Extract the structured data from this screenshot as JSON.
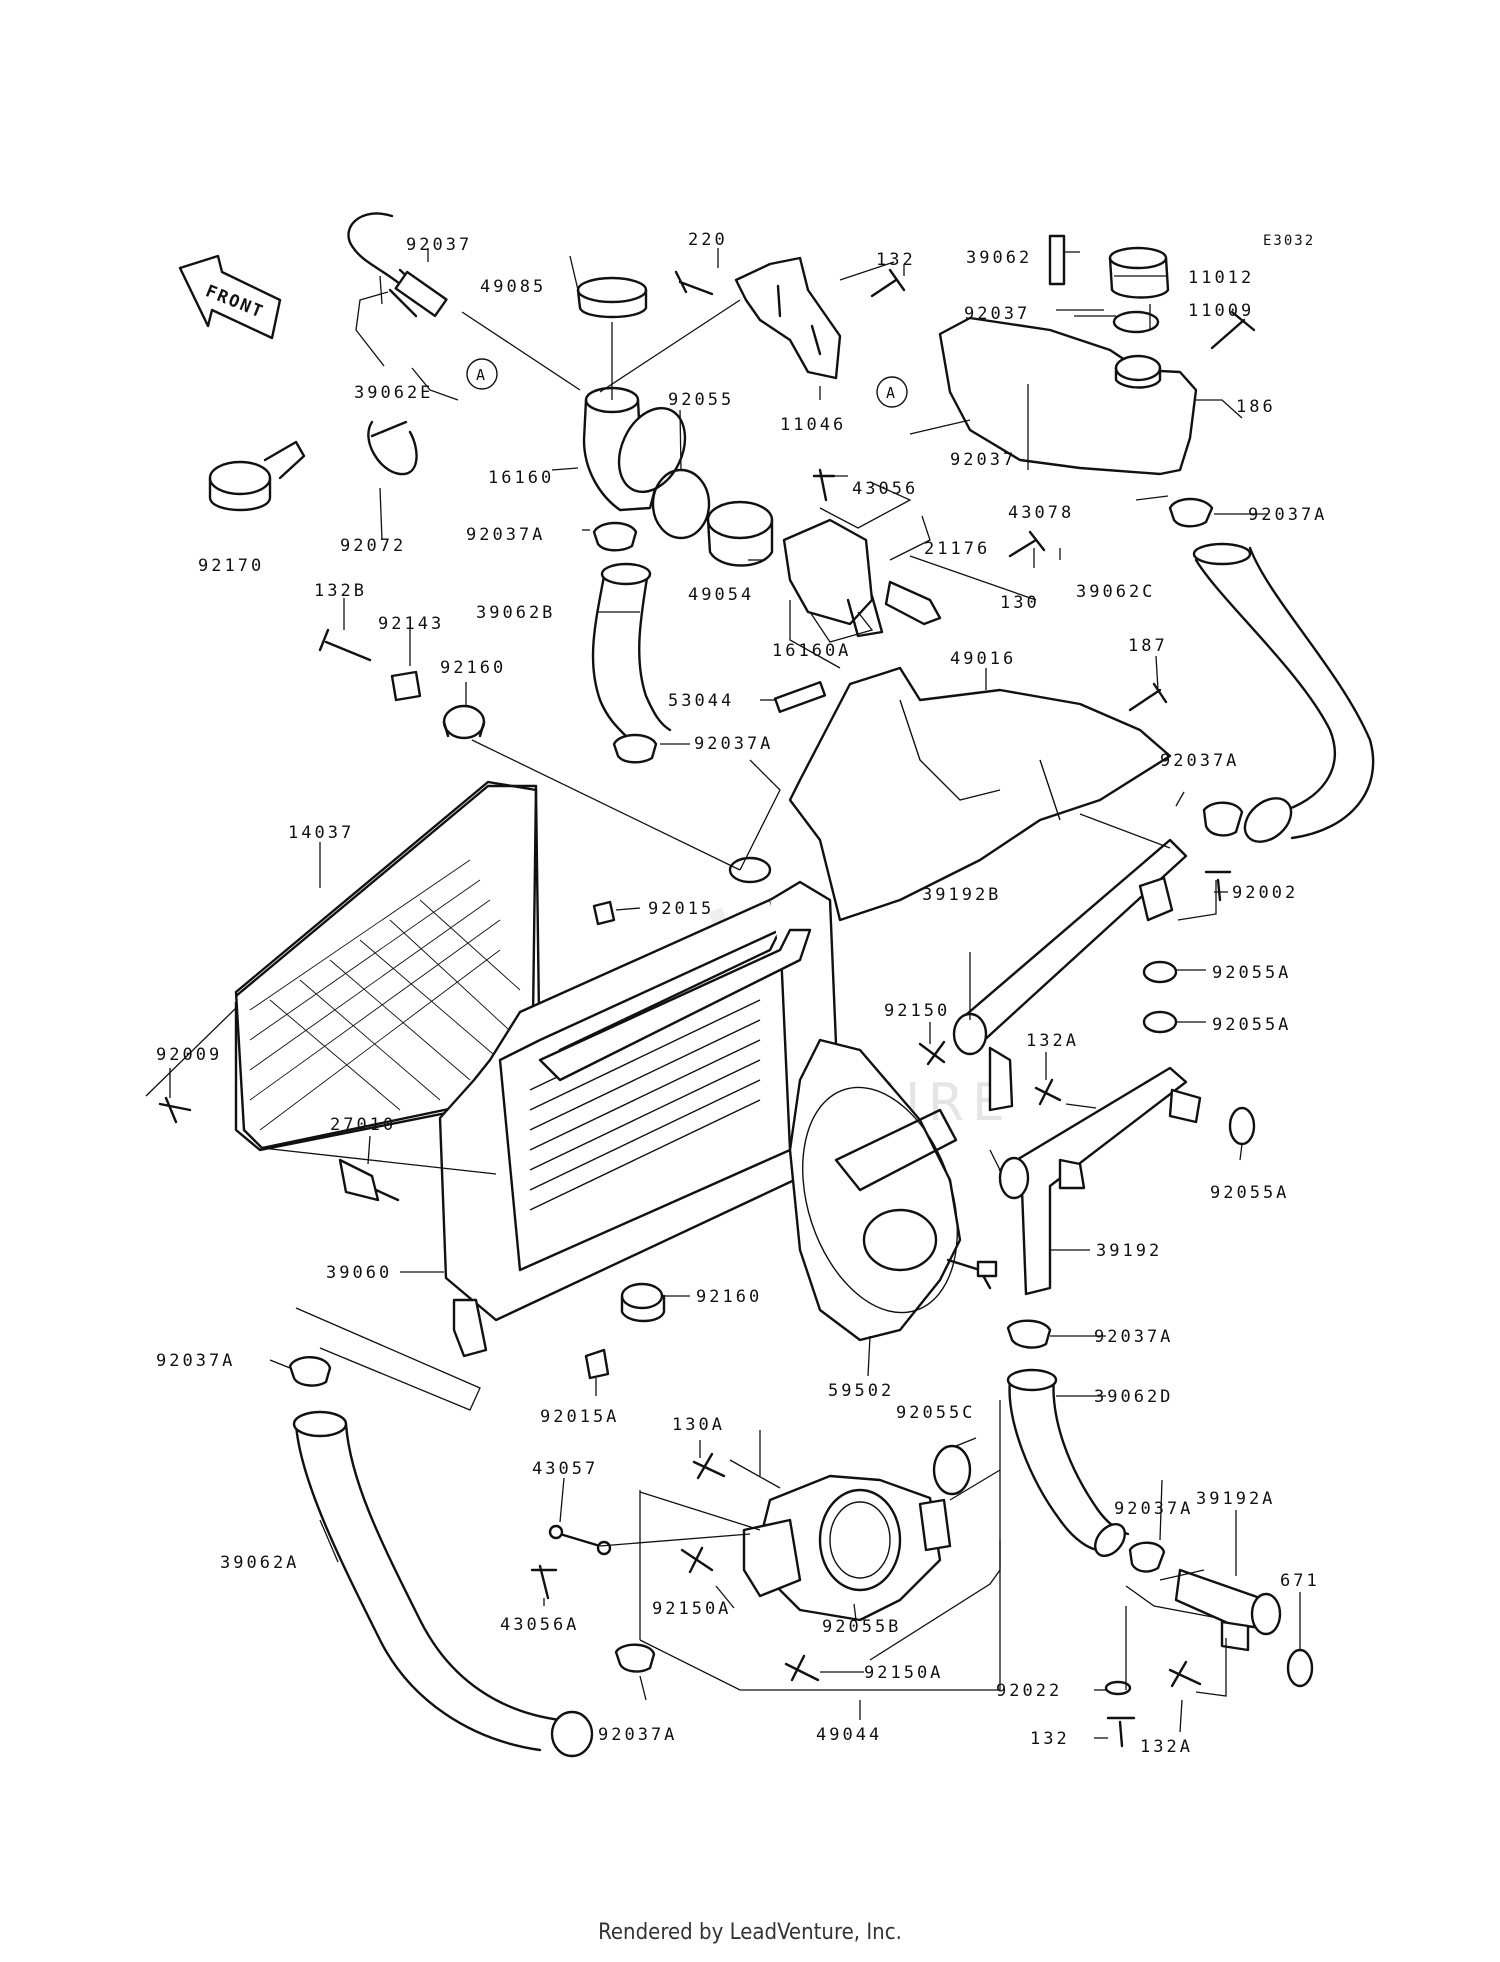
{
  "diagram": {
    "code": "E3032",
    "front_label": "FRONT",
    "ref_marker": "A",
    "watermark": "ADVENTURE",
    "footer": "Rendered by LeadVenture, Inc."
  },
  "parts": [
    {
      "id": "p92037_top",
      "label": "92037"
    },
    {
      "id": "p220",
      "label": "220"
    },
    {
      "id": "p132_top",
      "label": "132"
    },
    {
      "id": "p39062_top",
      "label": "39062"
    },
    {
      "id": "p11012",
      "label": "11012"
    },
    {
      "id": "p49085",
      "label": "49085"
    },
    {
      "id": "p92037_tank",
      "label": "92037"
    },
    {
      "id": "p11009",
      "label": "11009"
    },
    {
      "id": "p39062E",
      "label": "39062E"
    },
    {
      "id": "p92055",
      "label": "92055"
    },
    {
      "id": "p11046",
      "label": "11046"
    },
    {
      "id": "p186",
      "label": "186"
    },
    {
      "id": "p92037_A",
      "label": "92037"
    },
    {
      "id": "p16160",
      "label": "16160"
    },
    {
      "id": "p43056",
      "label": "43056"
    },
    {
      "id": "p43078",
      "label": "43078"
    },
    {
      "id": "p92170",
      "label": "92170"
    },
    {
      "id": "p92072",
      "label": "92072"
    },
    {
      "id": "p92037A_1",
      "label": "92037A"
    },
    {
      "id": "p21176",
      "label": "21176"
    },
    {
      "id": "p92037A_2",
      "label": "92037A"
    },
    {
      "id": "p49054",
      "label": "49054"
    },
    {
      "id": "p130",
      "label": "130"
    },
    {
      "id": "p39062C",
      "label": "39062C"
    },
    {
      "id": "p132B",
      "label": "132B"
    },
    {
      "id": "p39062B",
      "label": "39062B"
    },
    {
      "id": "p92143",
      "label": "92143"
    },
    {
      "id": "p16160A",
      "label": "16160A"
    },
    {
      "id": "p187",
      "label": "187"
    },
    {
      "id": "p92160_top",
      "label": "92160"
    },
    {
      "id": "p49016",
      "label": "49016"
    },
    {
      "id": "p53044",
      "label": "53044"
    },
    {
      "id": "p92037A_3",
      "label": "92037A"
    },
    {
      "id": "p92037A_4",
      "label": "92037A"
    },
    {
      "id": "p14037",
      "label": "14037"
    },
    {
      "id": "p92002",
      "label": "92002"
    },
    {
      "id": "p92015",
      "label": "92015"
    },
    {
      "id": "p39192B",
      "label": "39192B"
    },
    {
      "id": "p92055A_1",
      "label": "92055A"
    },
    {
      "id": "p92055A_2",
      "label": "92055A"
    },
    {
      "id": "p92150",
      "label": "92150"
    },
    {
      "id": "p132A_mid",
      "label": "132A"
    },
    {
      "id": "p92009",
      "label": "92009"
    },
    {
      "id": "p27010",
      "label": "27010"
    },
    {
      "id": "p92055A_3",
      "label": "92055A"
    },
    {
      "id": "p39192",
      "label": "39192"
    },
    {
      "id": "p39060",
      "label": "39060"
    },
    {
      "id": "p92160_bot",
      "label": "92160"
    },
    {
      "id": "p92037A_5",
      "label": "92037A"
    },
    {
      "id": "p92037A_6",
      "label": "92037A"
    },
    {
      "id": "p59502",
      "label": "59502"
    },
    {
      "id": "p39062D",
      "label": "39062D"
    },
    {
      "id": "p92055C",
      "label": "92055C"
    },
    {
      "id": "p92015A",
      "label": "92015A"
    },
    {
      "id": "p130A",
      "label": "130A"
    },
    {
      "id": "p43057",
      "label": "43057"
    },
    {
      "id": "p92037A_7",
      "label": "92037A"
    },
    {
      "id": "p39192A",
      "label": "39192A"
    },
    {
      "id": "p39062A",
      "label": "39062A"
    },
    {
      "id": "p671",
      "label": "671"
    },
    {
      "id": "p92150A_1",
      "label": "92150A"
    },
    {
      "id": "p43056A",
      "label": "43056A"
    },
    {
      "id": "p92055B",
      "label": "92055B"
    },
    {
      "id": "p92150A_2",
      "label": "92150A"
    },
    {
      "id": "p92022",
      "label": "92022"
    },
    {
      "id": "p132_bot",
      "label": "132"
    },
    {
      "id": "p132A_bot",
      "label": "132A"
    },
    {
      "id": "p92037A_8",
      "label": "92037A"
    },
    {
      "id": "p49044",
      "label": "49044"
    }
  ]
}
